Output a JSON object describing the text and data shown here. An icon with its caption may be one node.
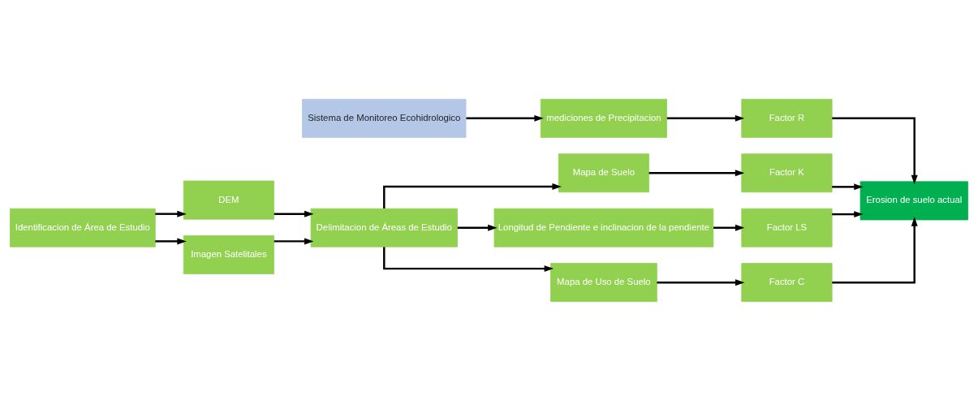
{
  "diagram": {
    "nodes": [
      {
        "text": [
          "Sistema de Monitoreo Ecohidrologico"
        ]
      },
      {
        "text": [
          "mediciones de Precipitacion"
        ]
      },
      {
        "text": [
          "Factor R"
        ]
      },
      {
        "text": [
          "Identificacion de Área de Estudio"
        ]
      },
      {
        "text": [
          "DEM"
        ]
      },
      {
        "text": [
          "Imagen Satelitales"
        ]
      },
      {
        "text": [
          "Delimitacion de Áreas de Estudio"
        ]
      },
      {
        "text": [
          "Mapa de Suelo"
        ]
      },
      {
        "text": [
          "Longitud de Pendiente e inclinacion de la pendiente"
        ]
      },
      {
        "text": [
          "Mapa de Uso de Suelo"
        ]
      },
      {
        "text": [
          "Factor K"
        ]
      },
      {
        "text": [
          "Factor LS"
        ]
      },
      {
        "text": [
          "Factor C"
        ]
      },
      {
        "text": [
          "Erosion de suelo actual"
        ]
      }
    ],
    "edges": [
      {
        "from": 0,
        "to": 1,
        "arrow": "to"
      },
      {
        "from": 1,
        "to": 2,
        "arrow": "to"
      },
      {
        "from": 3,
        "to": 4,
        "arrow": "to"
      },
      {
        "from": 3,
        "to": 5,
        "arrow": "to"
      },
      {
        "from": 4,
        "to": 6,
        "arrow": "to"
      },
      {
        "from": 5,
        "to": 6,
        "arrow": "to"
      },
      {
        "from": 6,
        "to": 7,
        "arrow": "to"
      },
      {
        "from": 6,
        "to": 8,
        "arrow": "to"
      },
      {
        "from": 6,
        "to": 9,
        "arrow": "to"
      },
      {
        "from": 7,
        "to": 10,
        "arrow": "to"
      },
      {
        "from": 8,
        "to": 11,
        "arrow": "to"
      },
      {
        "from": 9,
        "to": 12,
        "arrow": "to"
      },
      {
        "from": 2,
        "to": 13,
        "arrow": "to"
      },
      {
        "from": 10,
        "to": 13,
        "arrow": "to"
      },
      {
        "from": 11,
        "to": 13,
        "arrow": "to"
      },
      {
        "from": 12,
        "to": 13,
        "arrow": "to"
      }
    ]
  }
}
